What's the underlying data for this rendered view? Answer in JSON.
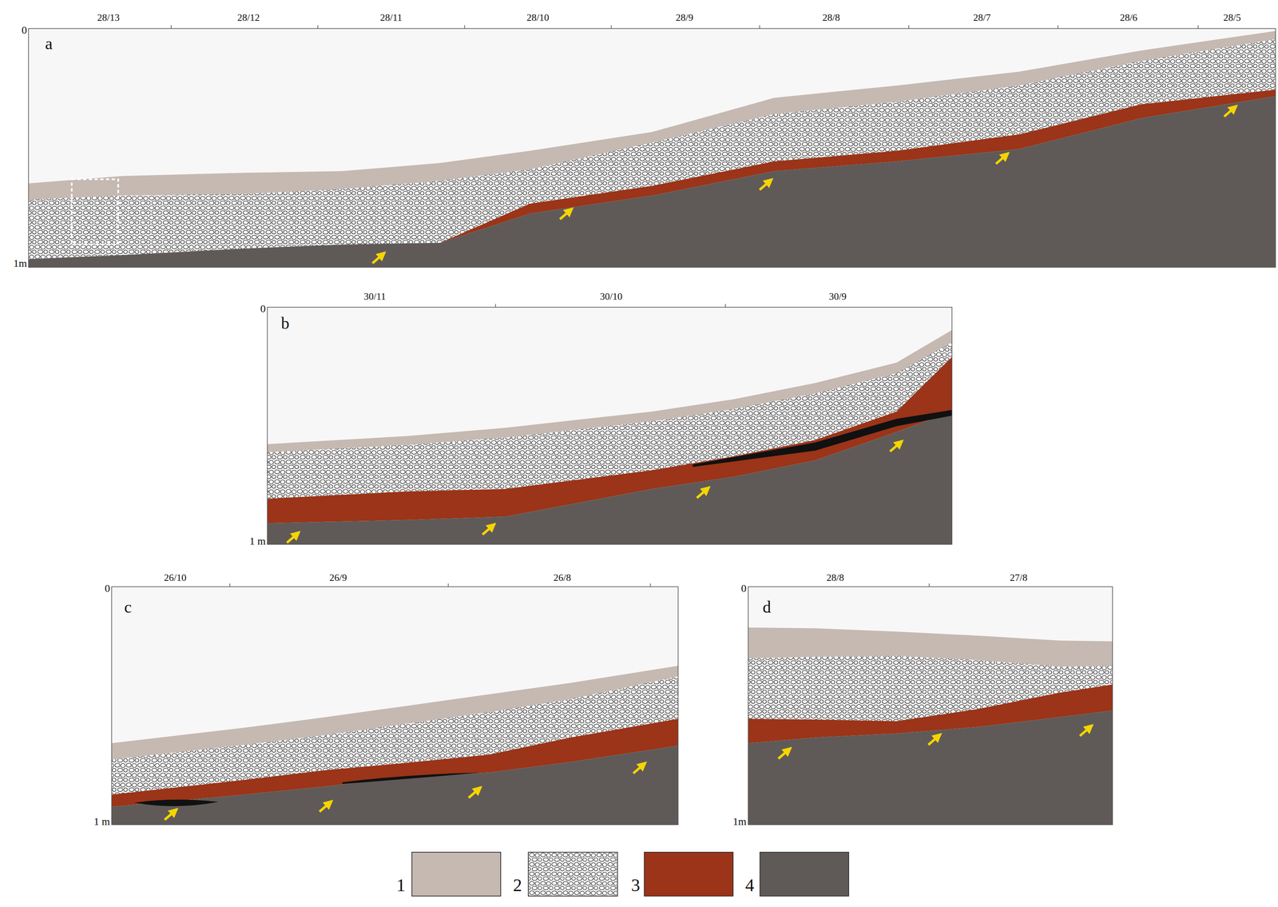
{
  "diagram": {
    "labels": [
      "0",
      "28/13",
      "28/12",
      "28/11",
      "28/10",
      "28/9",
      "28/8",
      "28/7",
      "28/6",
      "28/5",
      "a",
      "1m",
      "0",
      "30/11",
      "30/10",
      "30/9",
      "b",
      "1 m",
      "0",
      "26/10",
      "26/9",
      "26/8",
      "c",
      "1 m",
      "0",
      "28/8",
      "27/8",
      "d",
      "1m"
    ],
    "legend": [
      {
        "text": "1",
        "color": "#c5b9b2"
      },
      {
        "text": "2"
      },
      {
        "text": "3",
        "color": "#9b3418"
      },
      {
        "text": "4",
        "color": "#5f5a58"
      }
    ]
  }
}
